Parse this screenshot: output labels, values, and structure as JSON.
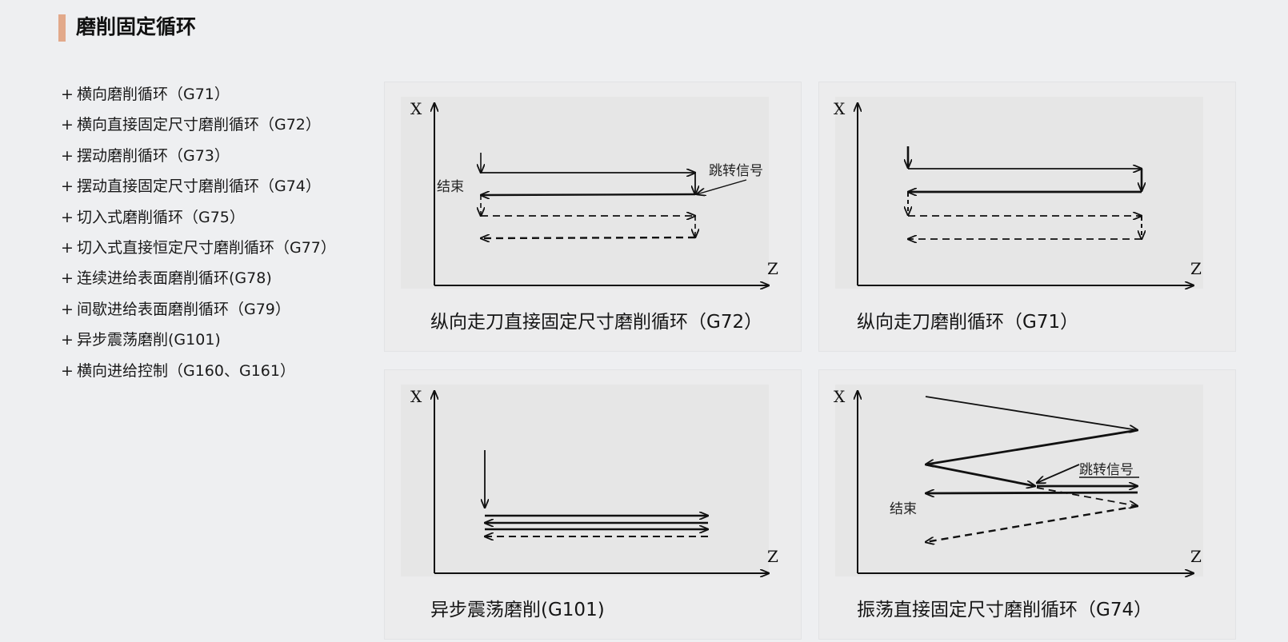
{
  "header": {
    "title": "磨削固定循环"
  },
  "menu": [
    "横向磨削循环（G71）",
    "横向直接固定尺寸磨削循环（G72）",
    "摆动磨削循环（G73）",
    "摆动直接固定尺寸磨削循环（G74）",
    "切入式磨削循环（G75）",
    "切入式直接恒定尺寸磨削循环（G77）",
    "连续进给表面磨削循环(G78)",
    "间歇进给表面磨削循环（G79）",
    "异步震荡磨削(G101)",
    "横向进给控制（G160、G161）"
  ],
  "menu_prefix": "+",
  "diagrams": {
    "g72": {
      "caption": "纵向走刀直接固定尺寸磨削循环（G72）",
      "x_axis": "X",
      "z_axis": "Z",
      "end_label": "结束",
      "signal_label": "跳转信号"
    },
    "g71": {
      "caption": "纵向走刀磨削循环（G71）",
      "x_axis": "X",
      "z_axis": "Z"
    },
    "g101": {
      "caption": "异步震荡磨削(G101)",
      "x_axis": "X",
      "z_axis": "Z"
    },
    "g74": {
      "caption": "振荡直接固定尺寸磨削循环（G74）",
      "x_axis": "X",
      "z_axis": "Z",
      "end_label": "结束",
      "signal_label": "跳转信号"
    }
  },
  "colors": {
    "accent": "#e2a98a",
    "background": "#eeeff1",
    "panel": "#ececed"
  }
}
